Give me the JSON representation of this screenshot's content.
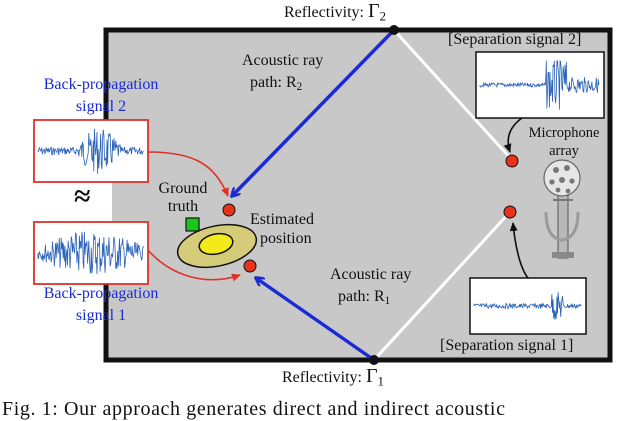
{
  "labels": {
    "reflectivity_top": "Reflectivity:",
    "gamma_2": "Γ",
    "gamma_2_sub": "2",
    "reflectivity_bottom": "Reflectivity:",
    "gamma_1": "Γ",
    "gamma_1_sub": "1",
    "ray_path_2_line1": "Acoustic ray",
    "ray_path_2_line2": "path: R",
    "ray_path_2_sub": "2",
    "ray_path_1_line1": "Acoustic ray",
    "ray_path_1_line2": "path: R",
    "ray_path_1_sub": "1",
    "backprop_2_line1": "Back-propagation",
    "backprop_2_line2": "signal 2",
    "backprop_1_line1": "Back-propagation",
    "backprop_1_line2": "signal 1",
    "ground_truth_line1": "Ground",
    "ground_truth_line2": "truth",
    "estimated_line1": "Estimated",
    "estimated_line2": "position",
    "microphone_line1": "Microphone",
    "microphone_line2": "array",
    "separation_2": "[Separation signal 2]",
    "separation_1": "[Separation signal 1]",
    "ellipsis_glyph": "≈"
  },
  "caption": "Fig. 1: Our approach generates direct and indirect acoustic",
  "colors": {
    "room_fill": "#c8c8c8",
    "wall": "#111111",
    "blue_ray": "#1a2bd6",
    "white_ray": "#ffffff",
    "red_marker": "#e8331c",
    "red_box": "#e0302a",
    "signal_blue": "#2a62b8",
    "ground_truth": "#18c818",
    "ellipse_outer": "#d4cc78",
    "ellipse_inner": "#f2ea1a"
  }
}
